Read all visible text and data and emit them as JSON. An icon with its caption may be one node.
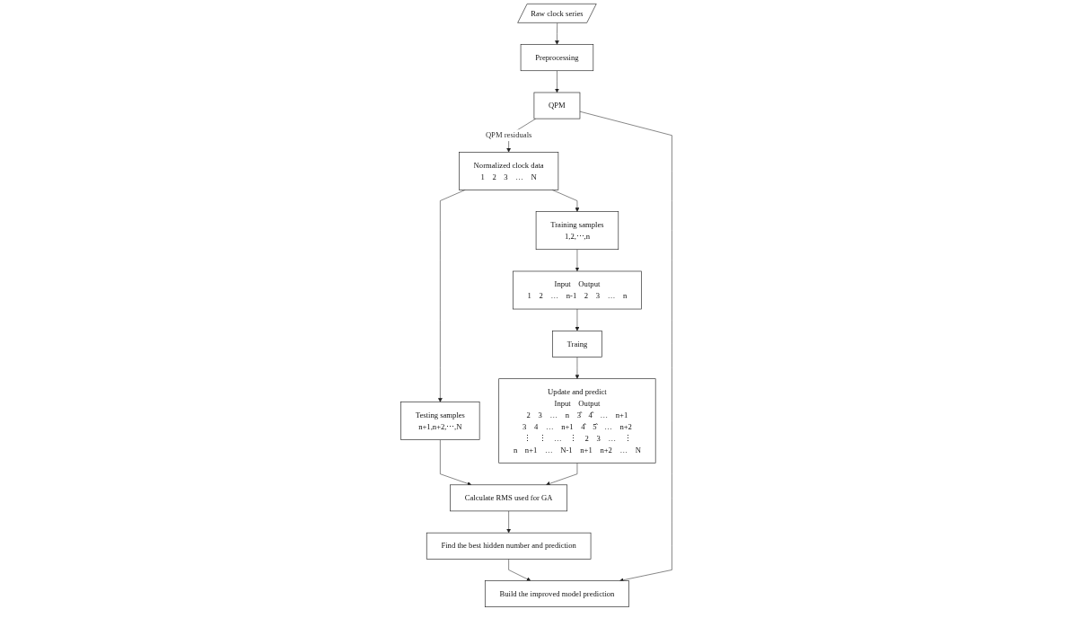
{
  "diagram": {
    "nodes": [
      {
        "text": [
          "Raw clock series"
        ]
      },
      {
        "text": [
          "Preprocessing"
        ]
      },
      {
        "text": [
          "QPM"
        ]
      },
      {
        "text": [
          "Normalized clock data",
          "1",
          "2",
          "3",
          "…",
          "N"
        ]
      },
      {
        "text": [
          "Input",
          "Output",
          "1",
          "2",
          "…",
          "n-1",
          "2",
          "3",
          "…",
          "n"
        ]
      },
      {
        "text": [
          "Training samples",
          "1,2,⋯,n"
        ]
      },
      {
        "text": [
          "Testing samples",
          "n+1,n+2,⋯,N"
        ]
      },
      {
        "text": [
          "Traing"
        ]
      },
      {
        "text": [
          "Update and predict",
          "Input",
          "Output",
          "2",
          "3",
          "…",
          "n",
          "3̂",
          "4̂",
          "…",
          "n+1",
          "3",
          "4",
          "…",
          "n+1",
          "4̂",
          "5̂",
          "…",
          "n+2",
          "⋮",
          "⋮",
          "…",
          "⋮",
          "2",
          "3",
          "…",
          "⋮",
          "n",
          "n+1",
          "…",
          "N-1",
          "n+1",
          "n+2",
          "…",
          "N"
        ]
      },
      {
        "text": [
          "Calculate RMS used for GA"
        ]
      },
      {
        "text": [
          "Find the best hidden number and prediction"
        ]
      },
      {
        "text": [
          "Build the improved model prediction"
        ]
      }
    ],
    "edges": [
      {
        "from": 0,
        "to": 1,
        "arrow": "to"
      },
      {
        "from": 1,
        "to": 2,
        "arrow": "to"
      },
      {
        "from": 2,
        "to": 3,
        "arrow": "to",
        "label": "QPM residuals"
      },
      {
        "from": 3,
        "to": 5,
        "arrow": "to"
      },
      {
        "from": 3,
        "to": 6,
        "arrow": "to"
      },
      {
        "from": 5,
        "to": 4,
        "arrow": "to"
      },
      {
        "from": 4,
        "to": 7,
        "arrow": "to"
      },
      {
        "from": 7,
        "to": 8,
        "arrow": "to"
      },
      {
        "from": 6,
        "to": 9,
        "arrow": "to"
      },
      {
        "from": 8,
        "to": 9,
        "arrow": "to"
      },
      {
        "from": 9,
        "to": 10,
        "arrow": "to"
      },
      {
        "from": 10,
        "to": 11,
        "arrow": "to"
      },
      {
        "from": 2,
        "to": 11,
        "arrow": "to"
      }
    ]
  }
}
